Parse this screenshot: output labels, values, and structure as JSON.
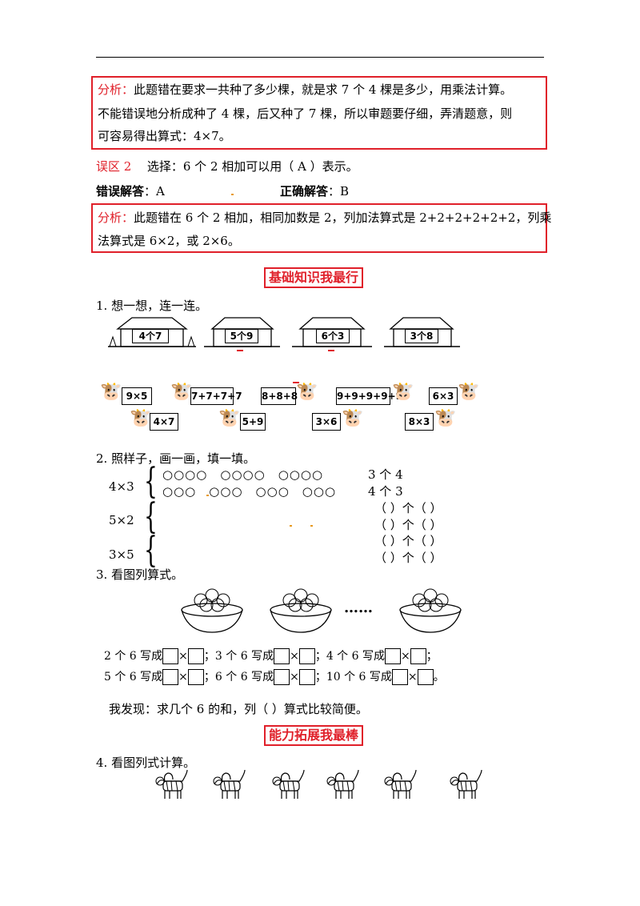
{
  "error_zone1": {
    "analysis_label": "分析：",
    "analysis_line1": "此题错在要求一共种了多少棵，就是求 7 个 4 棵是多少，用乘法计算。",
    "analysis_line2": "不能错误地分析成种了 4 棵，后又种了 7 棵，所以审题要仔细，弄清题意，则",
    "analysis_line3": "可容易得出算式：4×7。"
  },
  "error_zone2": {
    "title": "误区 2",
    "question": "选择：6 个 2 相加可以用（  A  ）表示。",
    "wrong_label": "错误解答",
    "wrong_value": "：A",
    "correct_label": "正确解答",
    "correct_value": "：B",
    "analysis_label": "分析：",
    "analysis_line1": "此题错在 6 个 2 相加，相同加数是 2，列加法算式是 2+2+2+2+2+2，列乘",
    "analysis_line2": "法算式是 6×2，或 2×6。"
  },
  "section1_title": "基础知识我最行",
  "q1": {
    "prompt": "1. 想一想，连一连。",
    "houses": [
      "4个7",
      "5个9",
      "6个3",
      "3个8"
    ],
    "cards_row1": [
      "9×5",
      "7+7+7+7",
      "8+8+8",
      "9+9+9+9+9",
      "6×3"
    ],
    "cards_row2": [
      "4×7",
      "5+9",
      "3×6",
      "8×3"
    ]
  },
  "q2": {
    "prompt": "2. 照样子，画一画，填一填。",
    "example_expr": "4×3",
    "circles_row1": "○○○○　○○○○　○○○○",
    "circles_row2": "○○○　○○○　○○○　○○○",
    "label_row1": "3 个 4",
    "label_row2": "4 个 3",
    "expr2": "5×2",
    "expr3": "3×5",
    "blank_label": "（  ）个（  ）"
  },
  "q3": {
    "prompt": "3. 看图列算式。",
    "ellipsis": "……",
    "write_as_lines": [
      [
        "2 个 6 写成",
        "3 个 6 写成",
        "4 个 6 写成"
      ],
      [
        "5 个 6 写成",
        "6 个 6 写成",
        "10 个 6 写成"
      ]
    ],
    "times": "×",
    "finding": "我发现：求几个 6 的和，列（      ）算式比较简便。"
  },
  "section2_title": "能力拓展我最棒",
  "q4": {
    "prompt": "4. 看图列式计算。",
    "animal_count": 6
  }
}
